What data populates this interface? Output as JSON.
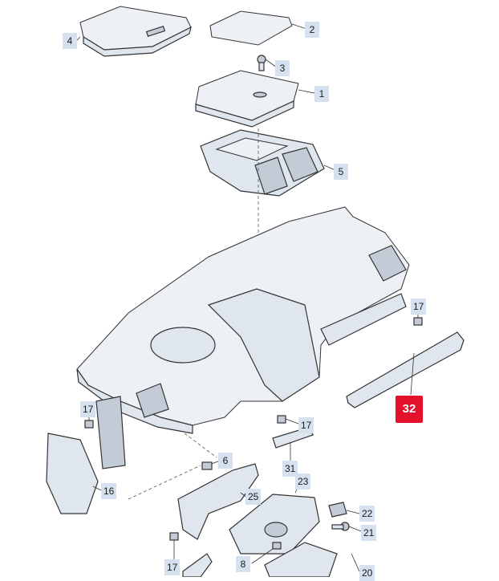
{
  "callouts": [
    {
      "id": "p4",
      "label": "4"
    },
    {
      "id": "p2",
      "label": "2"
    },
    {
      "id": "p3",
      "label": "3"
    },
    {
      "id": "p1",
      "label": "1"
    },
    {
      "id": "p5",
      "label": "5"
    },
    {
      "id": "p17a",
      "label": "17"
    },
    {
      "id": "p17b",
      "label": "17"
    },
    {
      "id": "p17c",
      "label": "17"
    },
    {
      "id": "p17d",
      "label": "17"
    },
    {
      "id": "p32",
      "label": "32"
    },
    {
      "id": "p31",
      "label": "31"
    },
    {
      "id": "p6",
      "label": "6"
    },
    {
      "id": "p16",
      "label": "16"
    },
    {
      "id": "p25",
      "label": "25"
    },
    {
      "id": "p23",
      "label": "23"
    },
    {
      "id": "p22",
      "label": "22"
    },
    {
      "id": "p21",
      "label": "21"
    },
    {
      "id": "p8",
      "label": "8"
    },
    {
      "id": "p20",
      "label": "20"
    }
  ],
  "colors": {
    "highlight": "#e3122a",
    "callout_bg": "#d6e1f0",
    "part_fill": "#dfe6ee",
    "line": "#333333"
  }
}
